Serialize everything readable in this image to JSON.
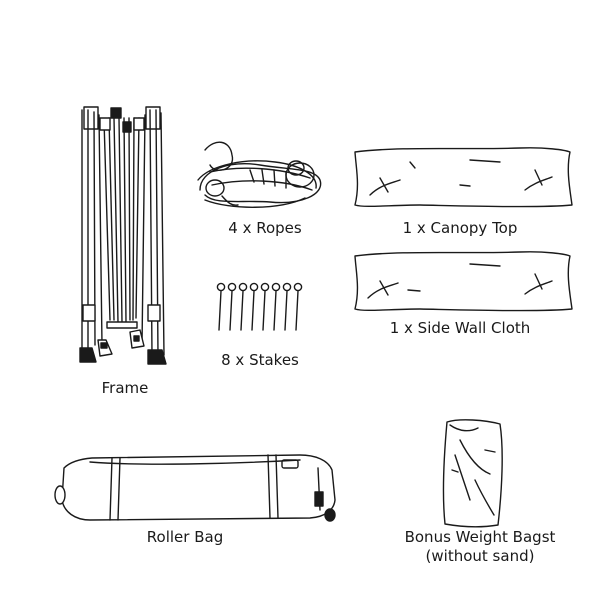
{
  "items": [
    {
      "id": "frame",
      "label": "Frame"
    },
    {
      "id": "ropes",
      "label": "4 x Ropes"
    },
    {
      "id": "stakes",
      "label": "8 x Stakes"
    },
    {
      "id": "canopy",
      "label": "1 x Canopy Top"
    },
    {
      "id": "sidewall",
      "label": "1 x Side Wall Cloth"
    },
    {
      "id": "rollerbag",
      "label": "Roller Bag"
    },
    {
      "id": "weightbag",
      "label_line1": "Bonus Weight Bagst",
      "label_line2": "(without sand)"
    }
  ],
  "colors": {
    "stroke": "#1a1a1a",
    "background": "#ffffff"
  }
}
